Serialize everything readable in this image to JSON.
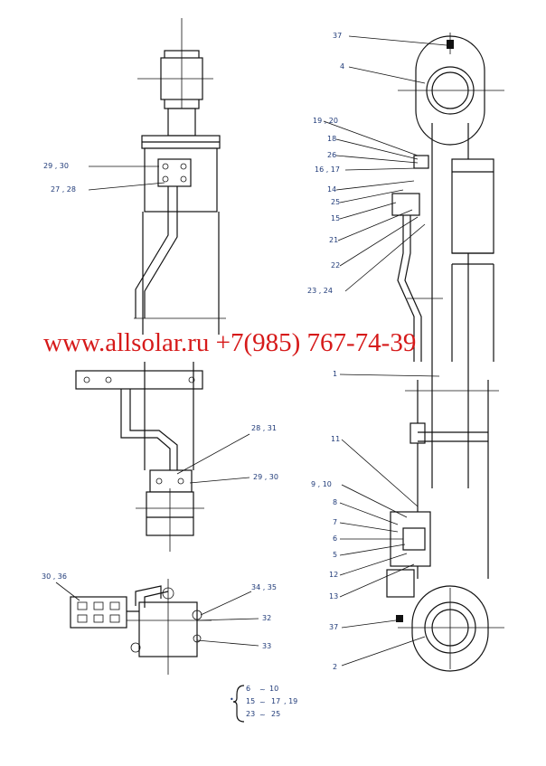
{
  "watermark": "www.allsolar.ru +7(985) 767-74-39",
  "callouts": {
    "c37a": "37",
    "c4": "4",
    "c1920": "19 , 20",
    "c18": "18",
    "c26": "26",
    "c1617": "16 , 17",
    "c14": "14",
    "c25": "25",
    "c15": "15",
    "c21": "21",
    "c22": "22",
    "c2324": "23 , 24",
    "c2930a": "29  ,  30",
    "c2728": "27  ,  28",
    "c1": "1",
    "c11": "11",
    "c910": "9 , 10",
    "c8": "8",
    "c7": "7",
    "c6": "6",
    "c5": "5",
    "c12": "12",
    "c13": "13",
    "c37b": "37",
    "c2": "2",
    "c2831": "28  ,  31",
    "c2930b": "29  ,  30",
    "c3036": "30 , 36",
    "c3435": "34 , 35",
    "c32": "32",
    "c33": "33"
  },
  "legend": {
    "bullet": "•",
    "r1a": "6",
    "r1b": "10",
    "r2a": "15",
    "r2b": "17",
    "r2c": ", 19",
    "r3a": "23",
    "r3b": "25",
    "tilde": "~"
  }
}
